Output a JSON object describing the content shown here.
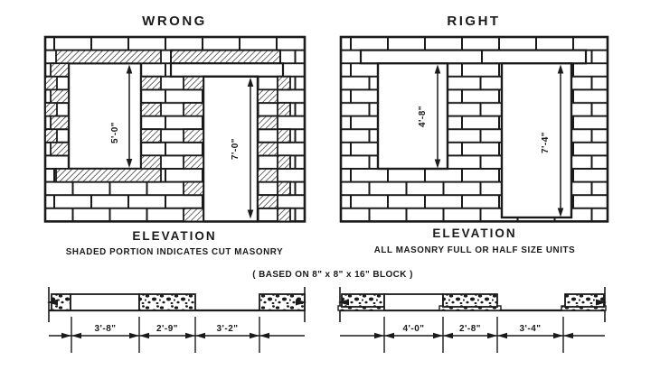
{
  "figure": {
    "wrong": {
      "title": "WRONG",
      "window_dim": "5'-0\"",
      "door_dim": "7'-0\"",
      "caption": "ELEVATION",
      "subcaption": "SHADED PORTION INDICATES CUT MASONRY",
      "plan_dims": [
        "3'-8\"",
        "2'-9\"",
        "3'-2\""
      ]
    },
    "right": {
      "title": "RIGHT",
      "window_dim": "4'-8\"",
      "door_dim": "7'-4\"",
      "caption": "ELEVATION",
      "subcaption": "ALL MASONRY FULL OR HALF SIZE UNITS",
      "plan_dims": [
        "4'-0\"",
        "2'-8\"",
        "3'-4\""
      ]
    },
    "footnote": "( BASED ON 8\" x 8\" x 16\" BLOCK )",
    "colors": {
      "ink": "#1a1a1a",
      "paper": "#ffffff"
    }
  }
}
